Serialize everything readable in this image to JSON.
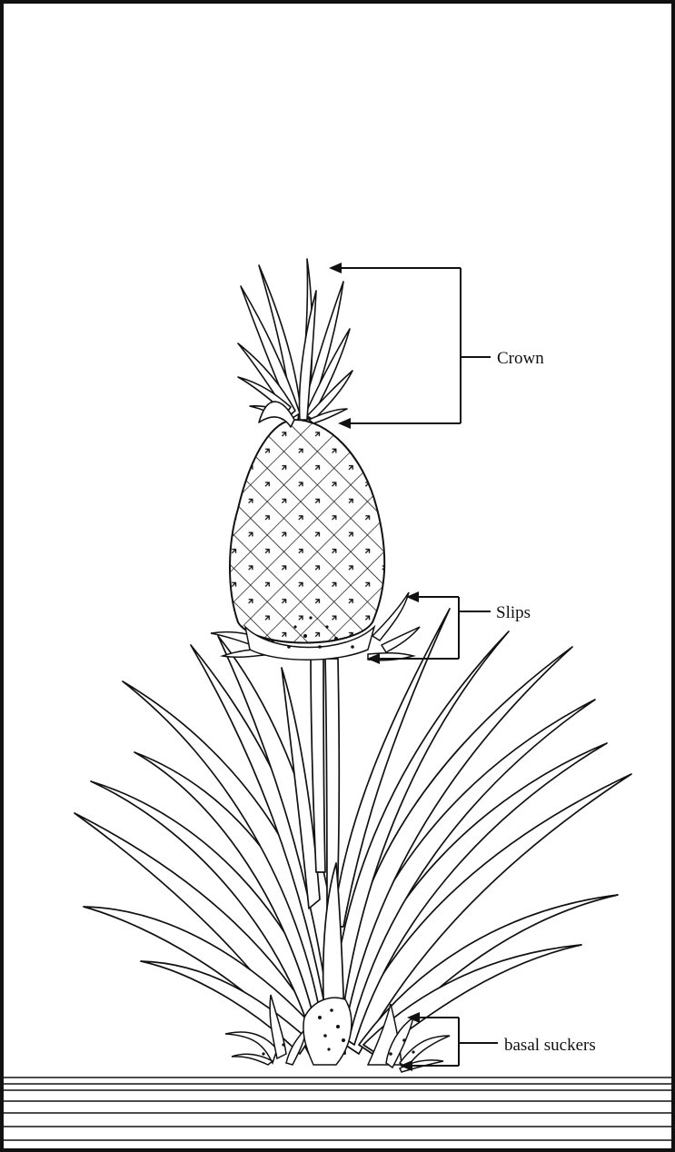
{
  "labels": {
    "crown": "Crown",
    "slips": "Slips",
    "basal_suckers": "basal suckers"
  },
  "colors": {
    "ink": "#111111",
    "background": "#ffffff"
  }
}
